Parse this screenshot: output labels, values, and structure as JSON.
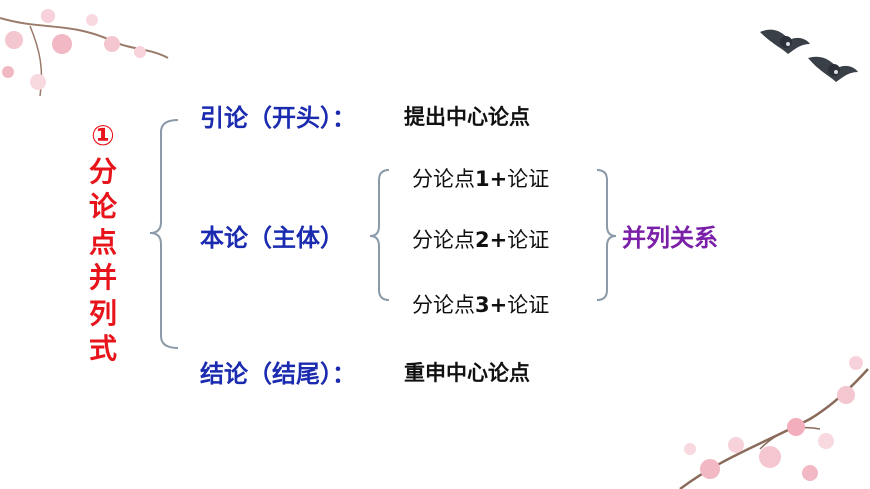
{
  "title_chars": [
    "①",
    "分",
    "论",
    "点",
    "并",
    "列",
    "式"
  ],
  "intro": {
    "label": "引论（开头）：",
    "content": "提出中心论点"
  },
  "body": {
    "label": "本论（主体）"
  },
  "sub_points": [
    {
      "prefix": "分论点",
      "num": "1+",
      "suffix": "论证"
    },
    {
      "prefix": "分论点",
      "num": "2+",
      "suffix": "论证"
    },
    {
      "prefix": "分论点",
      "num": "3+",
      "suffix": "论证"
    }
  ],
  "relation": "并列关系",
  "conclusion": {
    "label": "结论（结尾）：",
    "content": "重申中心论点"
  },
  "colors": {
    "title": "#e8141b",
    "section": "#1b2bb0",
    "relation": "#7a1fa8",
    "bracket": "#8a9aa8"
  }
}
